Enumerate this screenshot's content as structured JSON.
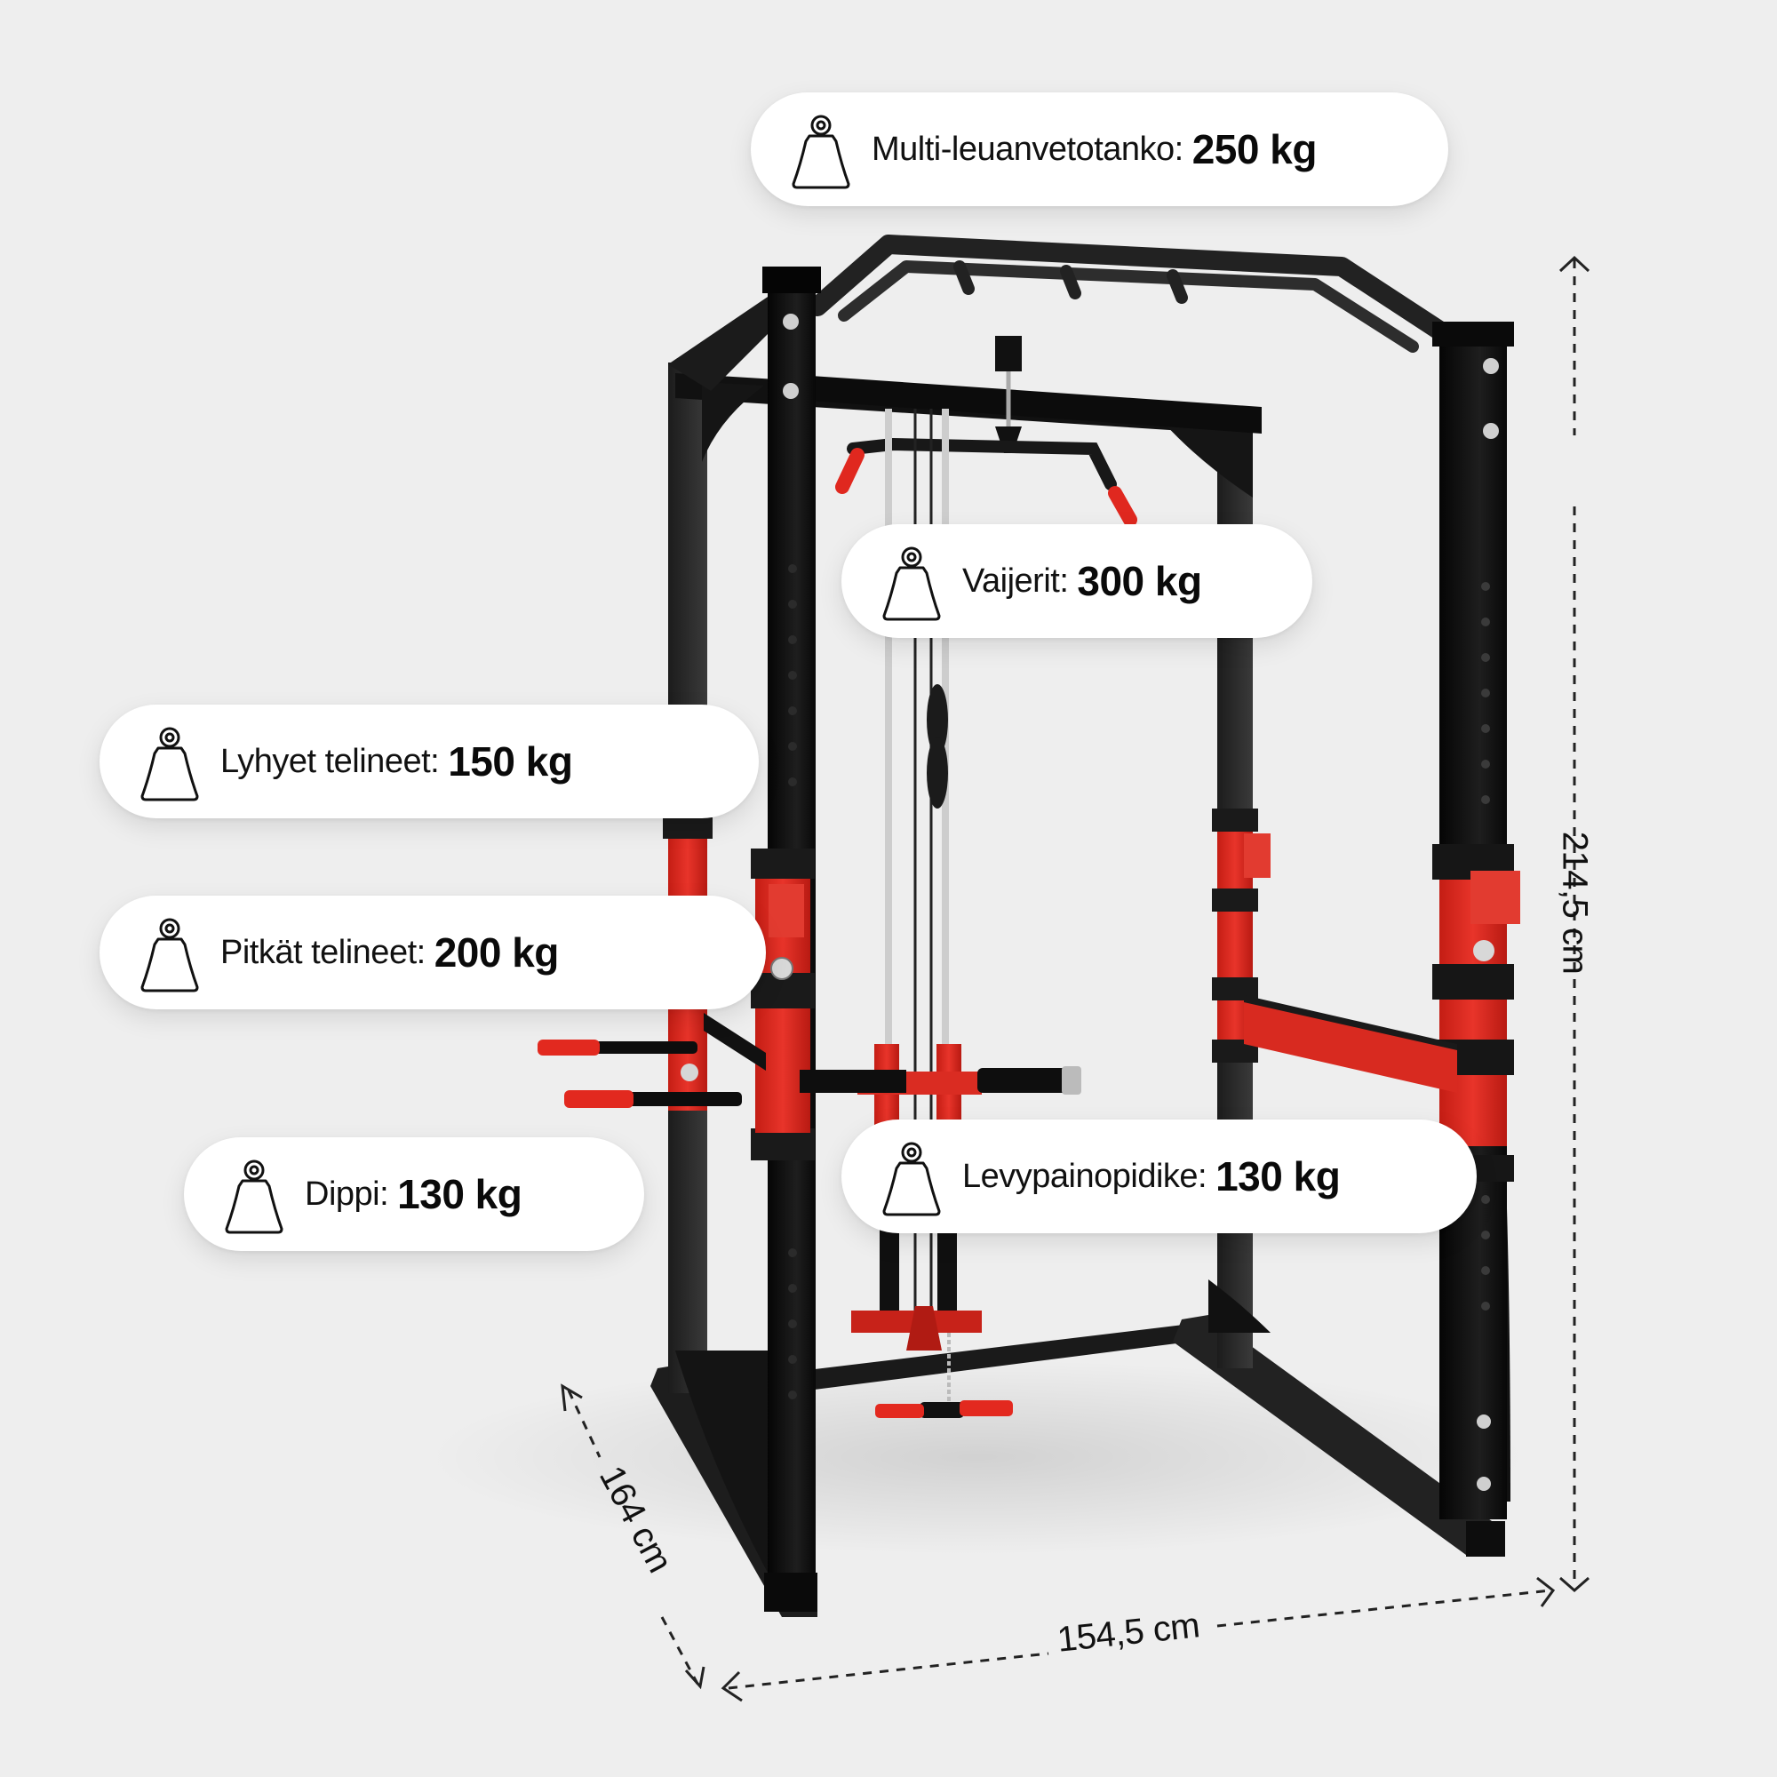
{
  "product": {
    "name": "power-rack",
    "colors": {
      "frame": "#111111",
      "accent": "#d9261c",
      "background": "#eeeeee",
      "pill": "#ffffff",
      "text": "#111111"
    }
  },
  "labels": [
    {
      "id": "pull-up-bar",
      "icon": "weight-icon",
      "label": "Multi-leuanvetotanko:",
      "value": "250 kg"
    },
    {
      "id": "cables",
      "icon": "weight-icon",
      "label": "Vaijerit:",
      "value": "300 kg"
    },
    {
      "id": "short-racks",
      "icon": "weight-icon",
      "label": "Lyhyet telineet:",
      "value": "150 kg"
    },
    {
      "id": "long-racks",
      "icon": "weight-icon",
      "label": "Pitkät telineet:",
      "value": "200 kg"
    },
    {
      "id": "dip",
      "icon": "weight-icon",
      "label": "Dippi:",
      "value": "130 kg"
    },
    {
      "id": "plate-holder",
      "icon": "weight-icon",
      "label": "Levypainopidike:",
      "value": "130 kg"
    }
  ],
  "dimensions": {
    "height": "214,5 cm",
    "width": "154,5 cm",
    "depth": "164 cm"
  }
}
